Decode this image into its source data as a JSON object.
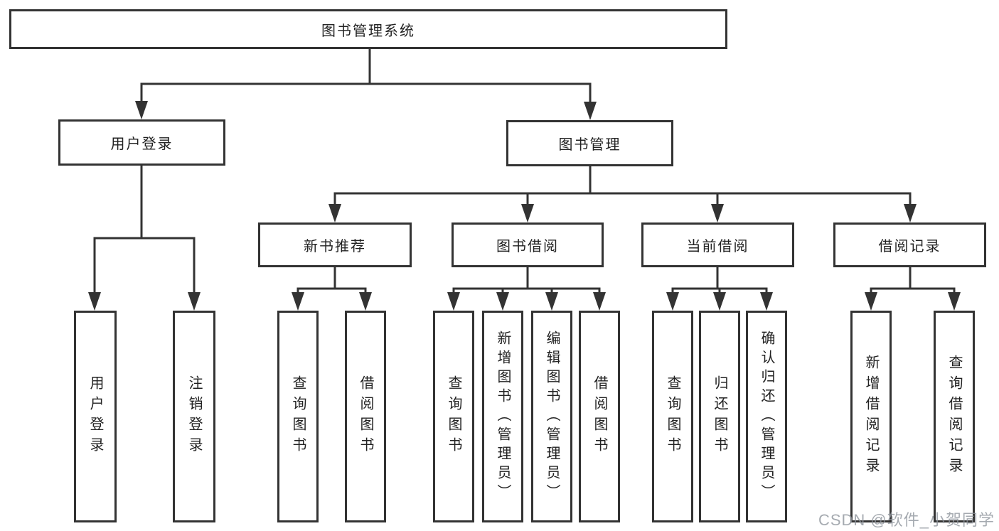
{
  "diagram": {
    "type": "hierarchy-tree",
    "tree": {
      "root": {
        "label": "图书管理系统"
      },
      "branches": [
        {
          "label": "用户登录",
          "children": [
            {
              "label": "用户登录"
            },
            {
              "label": "注销登录"
            }
          ]
        },
        {
          "label": "图书管理",
          "children": [
            {
              "label": "新书推荐",
              "children": [
                {
                  "label": "查询图书"
                },
                {
                  "label": "借阅图书"
                }
              ]
            },
            {
              "label": "图书借阅",
              "children": [
                {
                  "label": "查询图书"
                },
                {
                  "label": "新增图书（管理员）"
                },
                {
                  "label": "编辑图书（管理员）"
                },
                {
                  "label": "借阅图书"
                }
              ]
            },
            {
              "label": "当前借阅",
              "children": [
                {
                  "label": "查询图书"
                },
                {
                  "label": "归还图书"
                },
                {
                  "label": "确认归还（管理员）"
                }
              ]
            },
            {
              "label": "借阅记录",
              "children": [
                {
                  "label": "新增借阅记录"
                },
                {
                  "label": "查询借阅记录"
                }
              ]
            }
          ]
        }
      ]
    },
    "colors": {
      "line": "#333333",
      "box_border": "#333333",
      "box_fill": "#ffffff",
      "text": "#222222",
      "watermark": "#8d939b"
    }
  },
  "watermark": {
    "text": "CSDN @软件_小贺同学"
  }
}
